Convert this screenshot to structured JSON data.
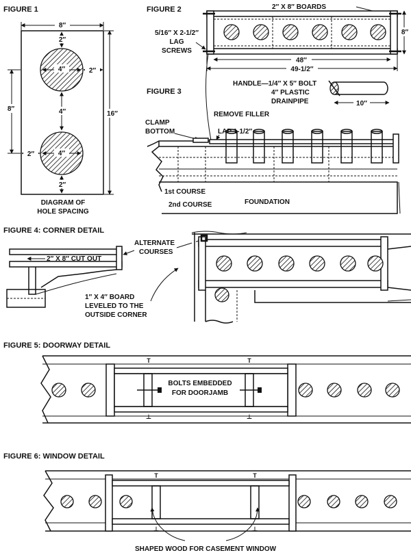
{
  "figure1": {
    "title": "FIGURE 1",
    "dim_width": "8″",
    "dim_top": "2″",
    "dim_hole_top": "4″",
    "dim_side_right": "2″",
    "dim_center": "8″",
    "dim_between": "4″",
    "dim_height": "16″",
    "dim_side_left": "2″",
    "dim_hole_bottom": "4″",
    "dim_bottom": "2″",
    "caption_line1": "DIAGRAM OF",
    "caption_line2": "HOLE SPACING"
  },
  "figure2": {
    "title": "FIGURE 2",
    "boards_label": "2″ X 8″ BOARDS",
    "lag_line1": "5/16″ X 2-1/2″",
    "lag_line2": "LAG",
    "lag_line3": "SCREWS",
    "dim_height": "8″",
    "dim_48": "48″",
    "dim_49": "49-1/2″"
  },
  "figure3": {
    "title": "FIGURE 3",
    "handle_label": "HANDLE—1/4″ X 5″ BOLT",
    "drainpipe_label": "4″ PLASTIC",
    "drainpipe_label2": "DRAINPIPE",
    "dim_10": "10″",
    "remove_filler": "REMOVE FILLER",
    "clamp_line1": "CLAMP",
    "clamp_line2": "BOTTOM",
    "lap_label": "LAP 1-1/2″",
    "course1": "1st COURSE",
    "course2": "2nd COURSE",
    "foundation": "FOUNDATION"
  },
  "figure4": {
    "title": "FIGURE 4: CORNER DETAIL",
    "cutout_label": "2″ X 8″ CUT OUT",
    "alternate_line1": "ALTERNATE",
    "alternate_line2": "COURSES",
    "board_line1": "1″ X 4″ BOARD",
    "board_line2": "LEVELED TO THE",
    "board_line3": "OUTSIDE CORNER"
  },
  "figure5": {
    "title": "FIGURE 5: DOORWAY DETAIL",
    "bolts_line1": "BOLTS EMBEDDED",
    "bolts_line2": "FOR DOORJAMB"
  },
  "figure6": {
    "title": "FIGURE 6: WINDOW DETAIL",
    "caption": "SHAPED WOOD FOR CASEMENT WINDOW"
  }
}
